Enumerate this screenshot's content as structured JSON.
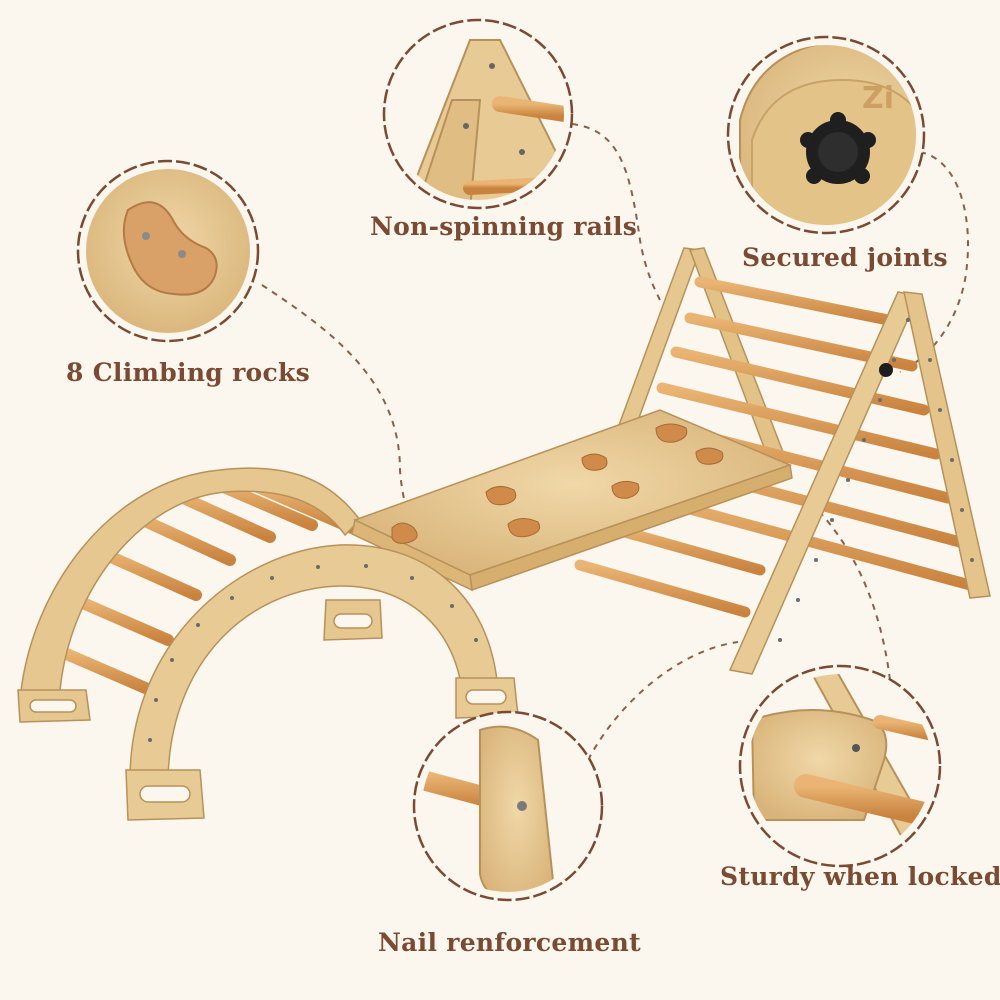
{
  "features": {
    "climbing_rocks": "8 Climbing rocks",
    "non_spinning_rails": "Non-spinning rails",
    "secured_joints": "Secured joints",
    "nail_reinforcement": "Nail renforcement",
    "sturdy_locked": "Sturdy when locked"
  },
  "brand_mark": "Zi",
  "colors": {
    "background": "#fbf6ee",
    "label_text": "#7a4a32",
    "badge_border": "#7a4a32",
    "plywood": "#e6c790",
    "rung": "#d99a55"
  }
}
